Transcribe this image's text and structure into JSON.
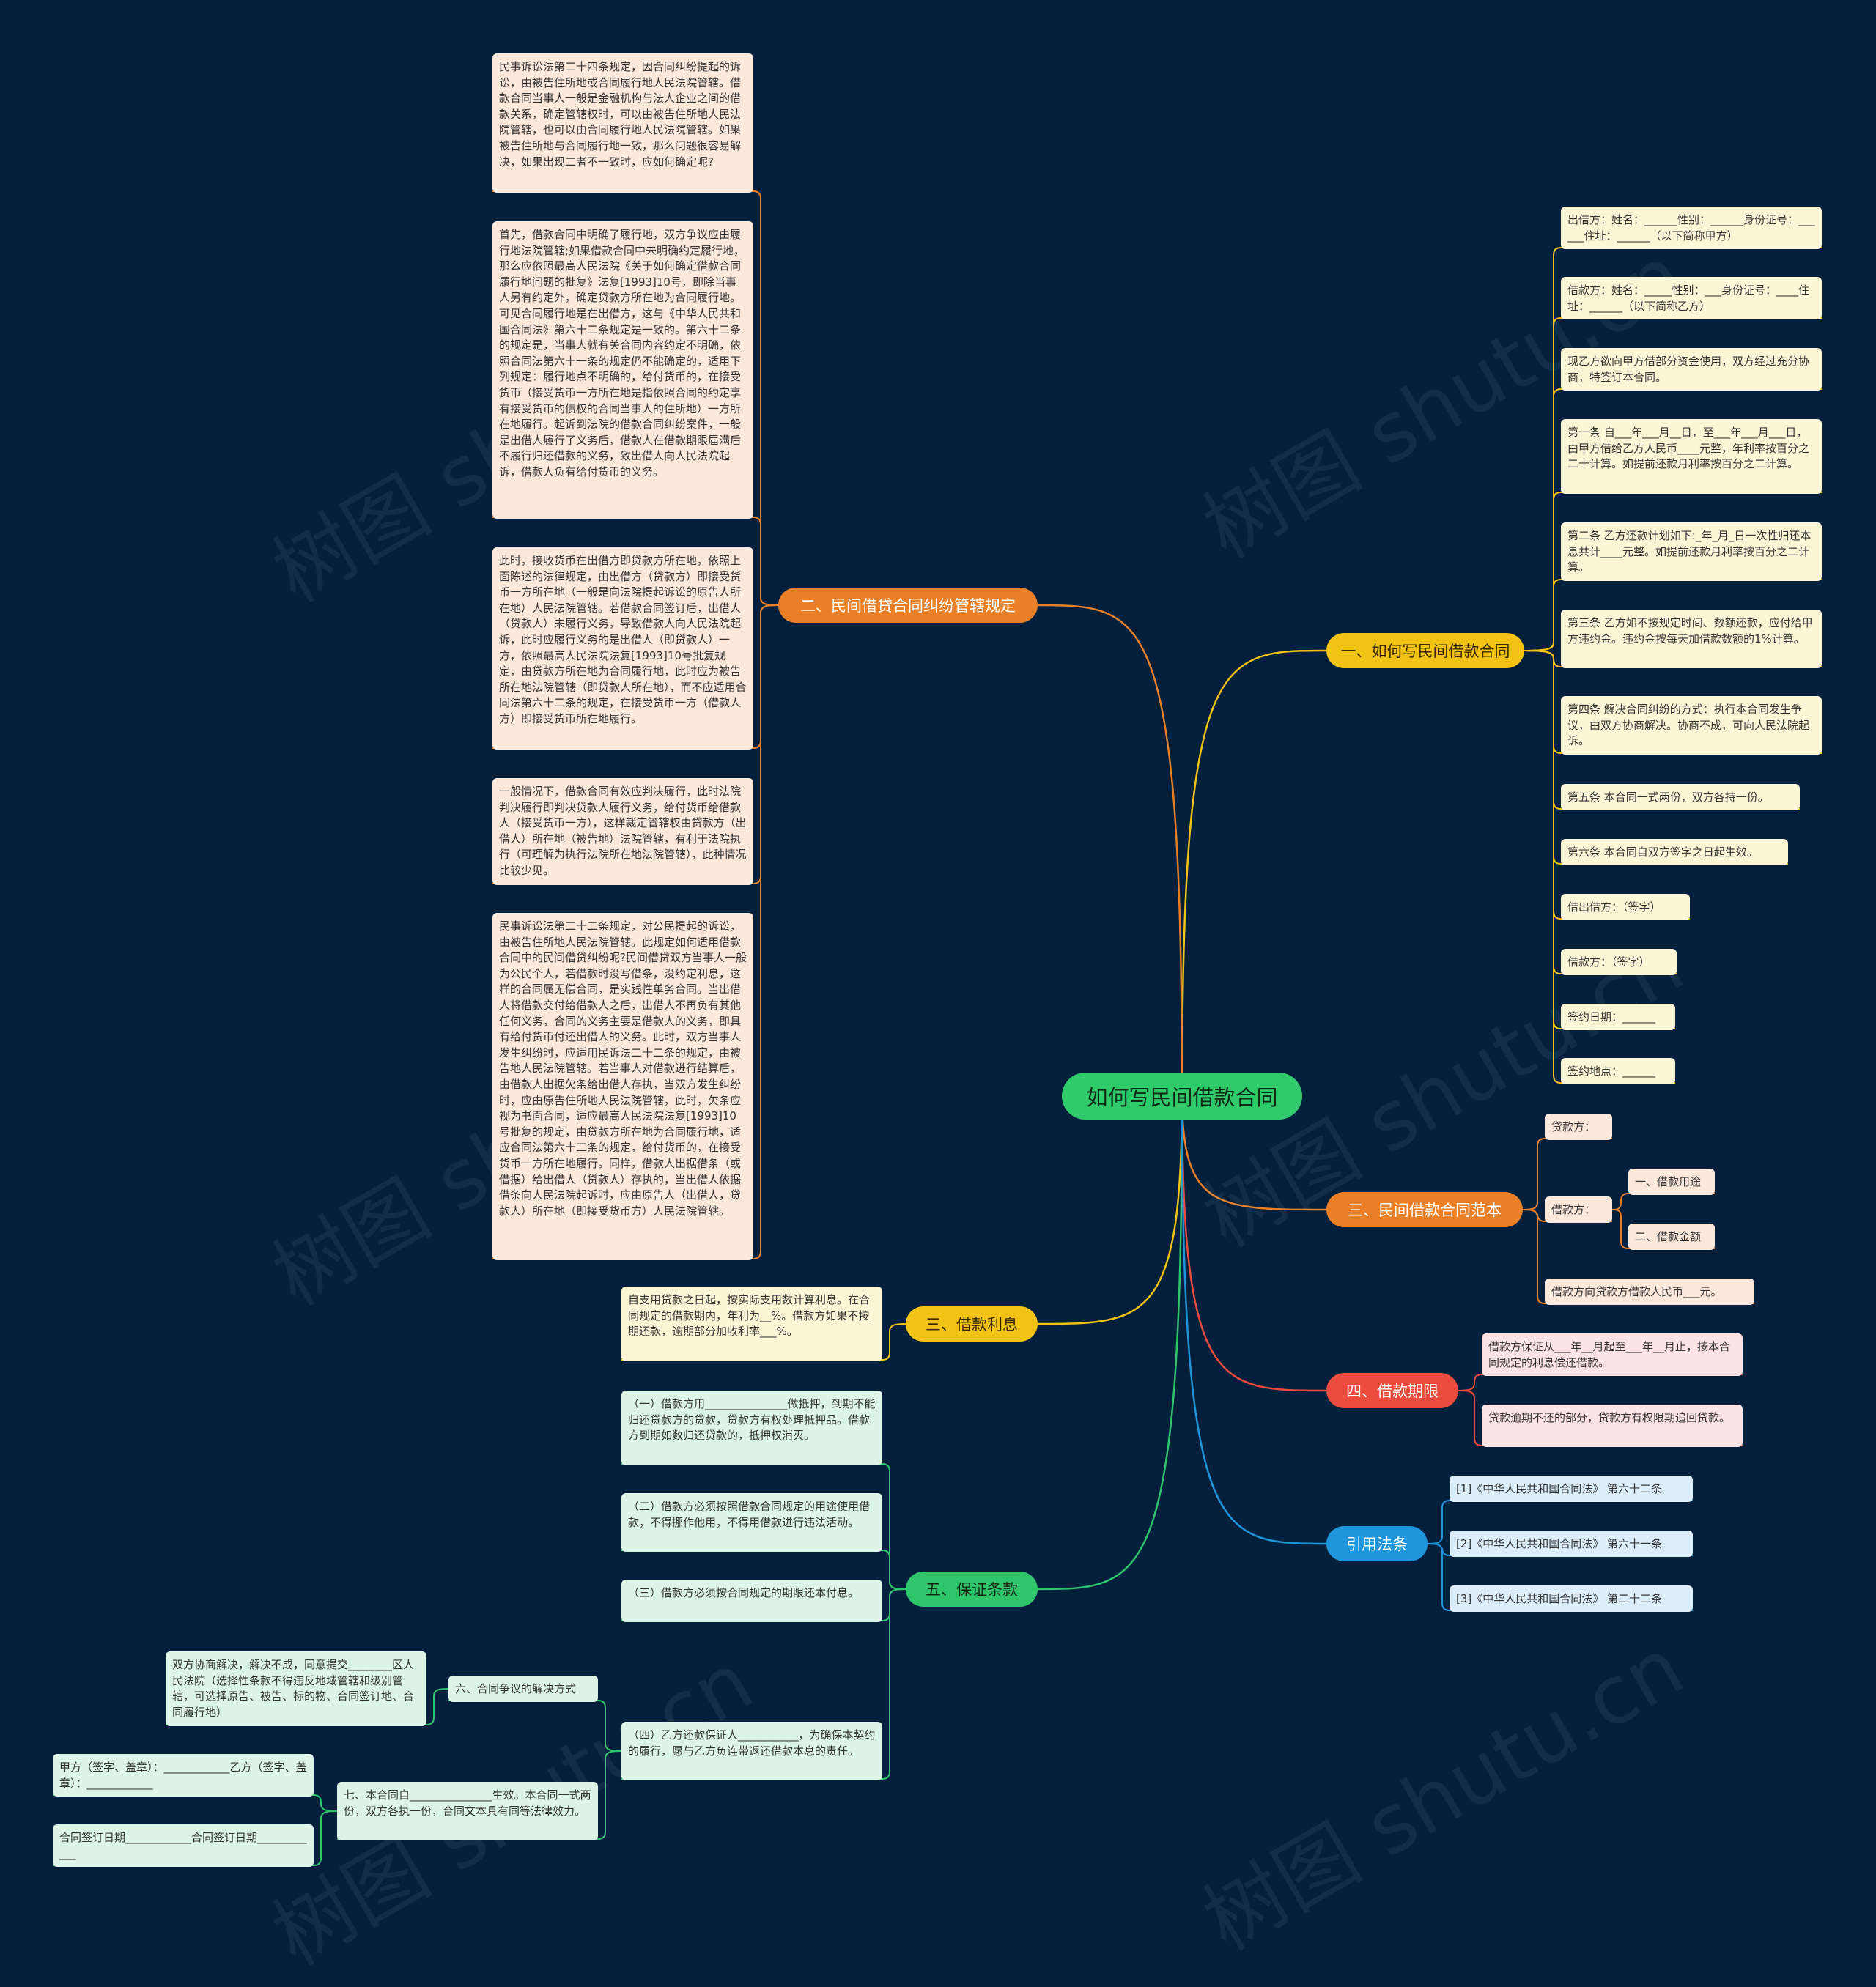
{
  "root": {
    "label": "如何写民间借款合同"
  },
  "colors": {
    "background": "#04203d",
    "orange": "#e98027",
    "yellow": "#f2c215",
    "green": "#2fc56b",
    "red": "#eb4b3c",
    "blue": "#1f95db"
  },
  "watermark": "树图 shutu.cn",
  "branches": {
    "b1": {
      "label": "一、如何写民间借款合同",
      "items": [
        "出借方：姓名：______性别：______身份证号：______住址：______（以下简称甲方）",
        "借款方：姓名：_____性别：___身份证号：____住址：______（以下简称乙方）",
        "现乙方欲向甲方借部分资金使用，双方经过充分协商，特签订本合同。",
        "第一条 自___年___月__日，至___年___月___日，由甲方借给乙方人民币____元整，年利率按百分之二十计算。如提前还款月利率按百分之二计算。",
        "第二条 乙方还款计划如下:_年_月_日一次性归还本息共计____元整。如提前还款月利率按百分之二计算。",
        "第三条 乙方如不按规定时间、数额还款，应付给甲方违约金。违约金按每天加借款数额的1%计算。",
        "第四条 解决合同纠纷的方式：执行本合同发生争议，由双方协商解决。协商不成，可向人民法院起诉。",
        "第五条 本合同一式两份，双方各持一份。",
        "第六条 本合同自双方签字之日起生效。",
        "借出借方：（签字）",
        "借款方：（签字）",
        "签约日期：______",
        "签约地点：______"
      ]
    },
    "b2": {
      "label": "二、民间借贷合同纠纷管辖规定",
      "items": [
        "民事诉讼法第二十四条规定，因合同纠纷提起的诉讼，由被告住所地或合同履行地人民法院管辖。借款合同当事人一般是金融机构与法人企业之间的借款关系，确定管辖权时，可以由被告住所地人民法院管辖，也可以由合同履行地人民法院管辖。如果被告住所地与合同履行地一致，那么问题很容易解决，如果出现二者不一致时，应如何确定呢?",
        "首先，借款合同中明确了履行地，双方争议应由履行地法院管辖;如果借款合同中未明确约定履行地，那么应依照最高人民法院《关于如何确定借款合同履行地问题的批复》法复[1993]10号，即除当事人另有约定外，确定贷款方所在地为合同履行地。可见合同履行地是在出借方，这与《中华人民共和国合同法》第六十二条规定是一致的。第六十二条的规定是，当事人就有关合同内容约定不明确，依照合同法第六十一条的规定仍不能确定的，适用下列规定：履行地点不明确的，给付货币的，在接受货币（接受货币一方所在地是指依照合同的约定享有接受货币的债权的合同当事人的住所地）一方所在地履行。起诉到法院的借款合同纠纷案件，一般是出借人履行了义务后，借款人在借款期限届满后不履行归还借款的义务，致出借人向人民法院起诉，借款人负有给付货币的义务。",
        "此时，接收货币在出借方即贷款方所在地，依照上面陈述的法律规定，由出借方（贷款方）即接受货币一方所在地（一般是向法院提起诉讼的原告人所在地）人民法院管辖。若借款合同签订后，出借人（贷款人）未履行义务，导致借款人向人民法院起诉，此时应履行义务的是出借人（即贷款人）一方，依照最高人民法院法复[1993]10号批复规定，由贷款方所在地为合同履行地，此时应为被告所在地法院管辖（即贷款人所在地），而不应适用合同法第六十二条的规定，在接受货币一方（借款人方）即接受货币所在地履行。",
        "一般情况下，借款合同有效应判决履行，此时法院判决履行即判决贷款人履行义务，给付货币给借款人（接受货币一方），这样裁定管辖权由贷款方（出借人）所在地（被告地）法院管辖，有利于法院执行（可理解为执行法院所在地法院管辖），此种情况比较少见。",
        "民事诉讼法第二十二条规定，对公民提起的诉讼，由被告住所地人民法院管辖。此规定如何适用借款合同中的民间借贷纠纷呢?民间借贷双方当事人一般为公民个人，若借款时没写借条，没约定利息，这样的合同属无偿合同，是实践性单务合同。当出借人将借款交付给借款人之后，出借人不再负有其他任何义务，合同的义务主要是借款人的义务，即具有给付货币付还出借人的义务。此时，双方当事人发生纠纷时，应适用民诉法二十二条的规定，由被告地人民法院管辖。若当事人对借款进行结算后，由借款人出据欠条给出借人存执，当双方发生纠纷时，应由原告住所地人民法院管辖，此时，欠条应视为书面合同，适应最高人民法院法复[1993]10号批复的规定，由贷款方所在地为合同履行地，适应合同法第六十二条的规定，给付货币的，在接受货币一方所在地履行。同样，借款人出据借条（或借据）给出借人（贷款人）存执的，当出借人依据借条向人民法院起诉时，应由原告人（出借人，贷款人）所在地（即接受货币方）人民法院管辖。"
      ]
    },
    "b3": {
      "label": "三、民间借款合同范本",
      "items": [
        "贷款方：",
        "借款方：",
        "借款方向贷款方借款人民币___元。"
      ],
      "sub": [
        "一、借款用途",
        "二、借款金额"
      ]
    },
    "b4": {
      "label": "三、借款利息",
      "items": [
        "自支用贷款之日起，按实际支用数计算利息。在合同规定的借款期内，年利为__%。借款方如果不按期还款，逾期部分加收利率___%。"
      ]
    },
    "b5": {
      "label": "四、借款期限",
      "items": [
        "借款方保证从___年__月起至___年__月止，按本合同规定的利息偿还借款。",
        "贷款逾期不还的部分，贷款方有权限期追回贷款。"
      ]
    },
    "b6": {
      "label": "五、保证条款",
      "items": [
        "（一）借款方用_______________做抵押，到期不能归还贷款方的贷款，贷款方有权处理抵押品。借款方到期如数归还贷款的，抵押权消灭。",
        "（二）借款方必须按照借款合同规定的用途使用借款，不得挪作他用，不得用借款进行违法活动。",
        "（三）借款方必须按合同规定的期限还本付息。",
        "（四）乙方还款保证人___________，为确保本契约的履行，愿与乙方负连带返还借款本息的责任。"
      ],
      "sub6": {
        "label": "六、合同争议的解决方式",
        "text": "双方协商解决，解决不成，同意提交________区人民法院（选择性条款不得违反地域管辖和级别管辖，可选择原告、被告、标的物、合同签订地、合同履行地）"
      },
      "sub7": {
        "label": "七、本合同自_______________生效。本合同一式两份，双方各执一份，合同文本具有同等法律效力。",
        "items": [
          "甲方（签字、盖章）：____________乙方（签字、盖章）：____________",
          "合同签订日期____________合同签订日期____________"
        ]
      }
    },
    "b7": {
      "label": "引用法条",
      "items": [
        "[1]《中华人民共和国合同法》 第六十二条",
        "[2]《中华人民共和国合同法》 第六十一条",
        "[3]《中华人民共和国合同法》 第二十二条"
      ]
    }
  }
}
